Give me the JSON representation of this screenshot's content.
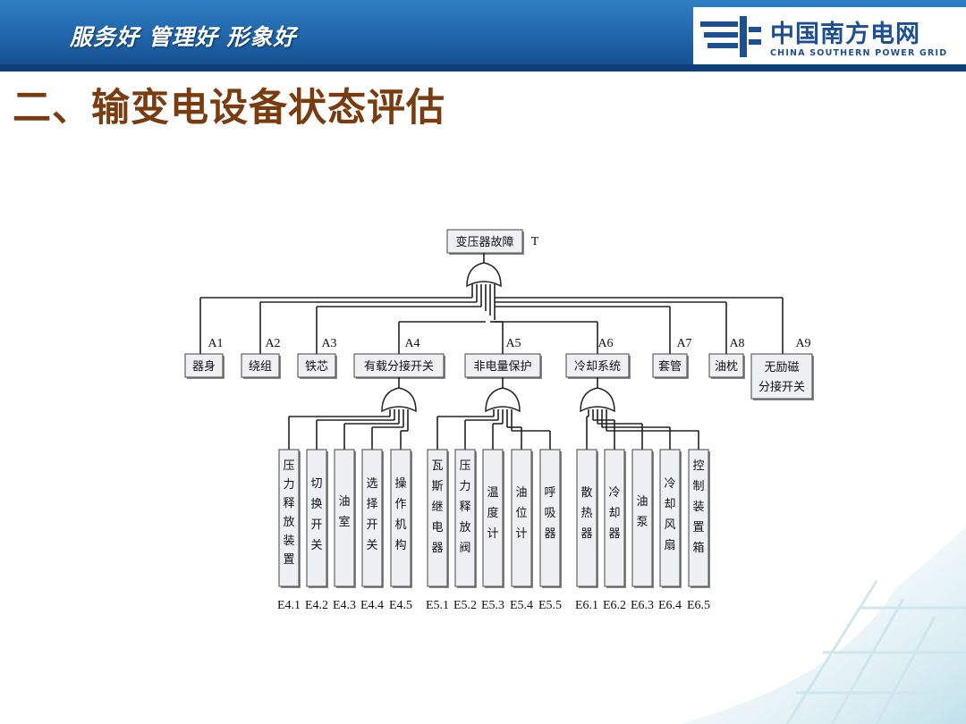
{
  "header": {
    "slogan": "服务好 管理好 形象好",
    "logo_cn": "中国南方电网",
    "logo_en": "CHINA SOUTHERN POWER GRID"
  },
  "slide_title": "二、输变电设备状态评估",
  "colors": {
    "title": "#7a3b0f",
    "banner": "#1f63a8",
    "logo": "#1c4f93"
  },
  "fault_tree": {
    "top": {
      "label": "变压器故障",
      "id": "T"
    },
    "level1": [
      {
        "id": "A1",
        "label": "器身"
      },
      {
        "id": "A2",
        "label": "绕组"
      },
      {
        "id": "A3",
        "label": "铁芯"
      },
      {
        "id": "A4",
        "label": "有载分接开关"
      },
      {
        "id": "A5",
        "label": "非电量保护"
      },
      {
        "id": "A6",
        "label": "冷却系统"
      },
      {
        "id": "A7",
        "label": "套管"
      },
      {
        "id": "A8",
        "label": "油枕"
      },
      {
        "id": "A9",
        "label": "无励磁分接开关"
      }
    ],
    "level2": [
      {
        "id": "E4.1",
        "label": "压力释放装置",
        "parent": "A4"
      },
      {
        "id": "E4.2",
        "label": "切换开关",
        "parent": "A4"
      },
      {
        "id": "E4.3",
        "label": "油室",
        "parent": "A4"
      },
      {
        "id": "E4.4",
        "label": "选择开关",
        "parent": "A4"
      },
      {
        "id": "E4.5",
        "label": "操作机构",
        "parent": "A4"
      },
      {
        "id": "E5.1",
        "label": "瓦斯继电器",
        "parent": "A5"
      },
      {
        "id": "E5.2",
        "label": "压力释放阀",
        "parent": "A5"
      },
      {
        "id": "E5.3",
        "label": "温度计",
        "parent": "A5"
      },
      {
        "id": "E5.4",
        "label": "油位计",
        "parent": "A5"
      },
      {
        "id": "E5.5",
        "label": "呼吸器",
        "parent": "A5"
      },
      {
        "id": "E6.1",
        "label": "散热器",
        "parent": "A6"
      },
      {
        "id": "E6.2",
        "label": "冷却器",
        "parent": "A6"
      },
      {
        "id": "E6.3",
        "label": "油泵",
        "parent": "A6"
      },
      {
        "id": "E6.4",
        "label": "冷却风扇",
        "parent": "A6"
      },
      {
        "id": "E6.5",
        "label": "控制装置箱",
        "parent": "A6"
      }
    ]
  }
}
